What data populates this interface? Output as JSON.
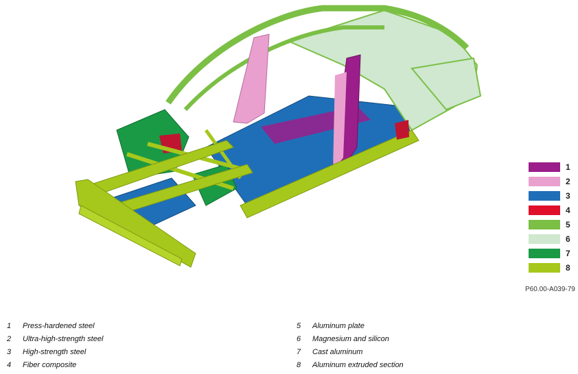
{
  "legend": [
    {
      "number": "1",
      "color": "#9b1e8a"
    },
    {
      "number": "2",
      "color": "#eaa0cf"
    },
    {
      "number": "3",
      "color": "#1f6fb8"
    },
    {
      "number": "4",
      "color": "#e0102a"
    },
    {
      "number": "5",
      "color": "#7bbf45"
    },
    {
      "number": "6",
      "color": "#cfe8cf"
    },
    {
      "number": "7",
      "color": "#1a9a45"
    },
    {
      "number": "8",
      "color": "#a6c81c"
    }
  ],
  "reference_code": "P60.00-A039-79",
  "key": {
    "left": [
      {
        "number": "1",
        "label": "Press-hardened steel"
      },
      {
        "number": "2",
        "label": "Ultra-high-strength steel"
      },
      {
        "number": "3",
        "label": "High-strength steel"
      },
      {
        "number": "4",
        "label": "Fiber composite"
      }
    ],
    "right": [
      {
        "number": "5",
        "label": "Aluminum plate"
      },
      {
        "number": "6",
        "label": "Magnesium and silicon"
      },
      {
        "number": "7",
        "label": "Cast aluminum"
      },
      {
        "number": "8",
        "label": "Aluminum extruded section"
      }
    ]
  }
}
